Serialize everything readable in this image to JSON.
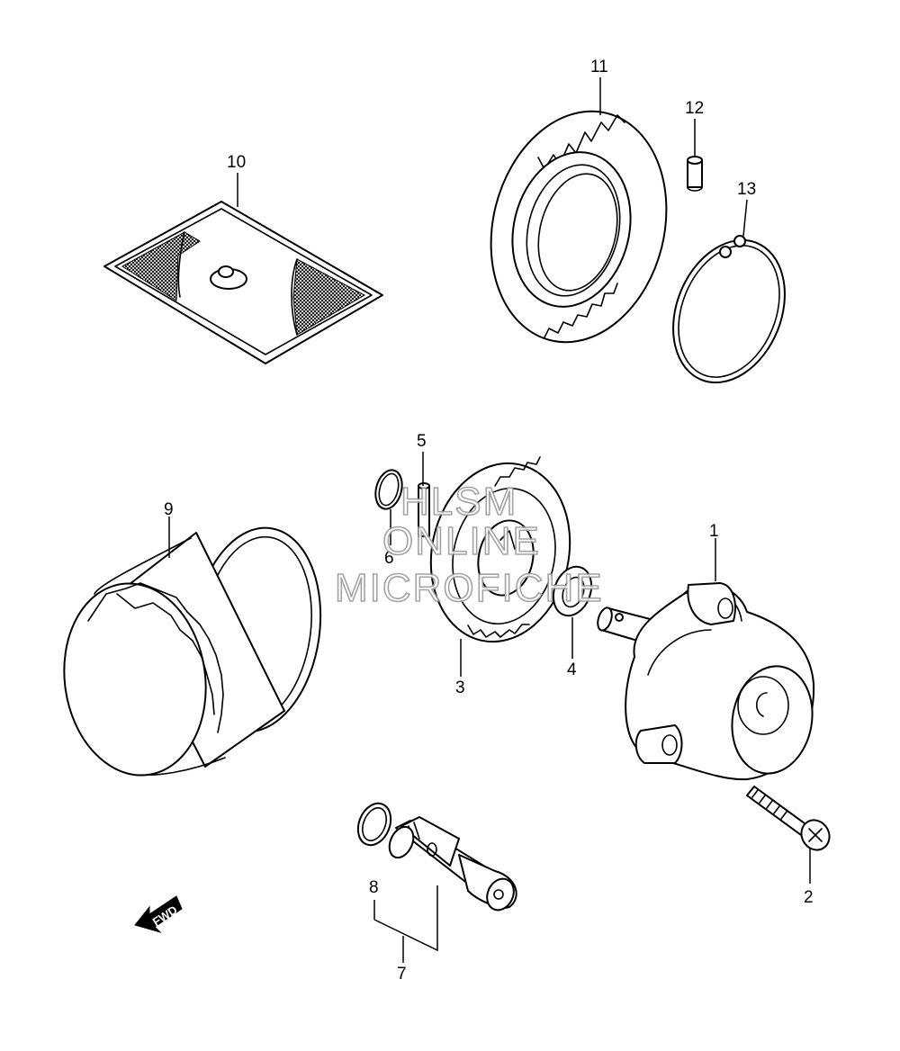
{
  "parts": [
    {
      "number": "1"
    },
    {
      "number": "2"
    },
    {
      "number": "3"
    },
    {
      "number": "4"
    },
    {
      "number": "5"
    },
    {
      "number": "6"
    },
    {
      "number": "7"
    },
    {
      "number": "8"
    },
    {
      "number": "9"
    },
    {
      "number": "10"
    },
    {
      "number": "11"
    },
    {
      "number": "12"
    },
    {
      "number": "13"
    }
  ],
  "watermark": {
    "line1": "HLSM",
    "line2": "ONLINE",
    "line3": "MICROFICHE"
  },
  "direction_arrow": {
    "label": "FWD"
  },
  "colors": {
    "line": "#000000",
    "background": "#ffffff",
    "watermark_outline": "#9a9a9a"
  }
}
